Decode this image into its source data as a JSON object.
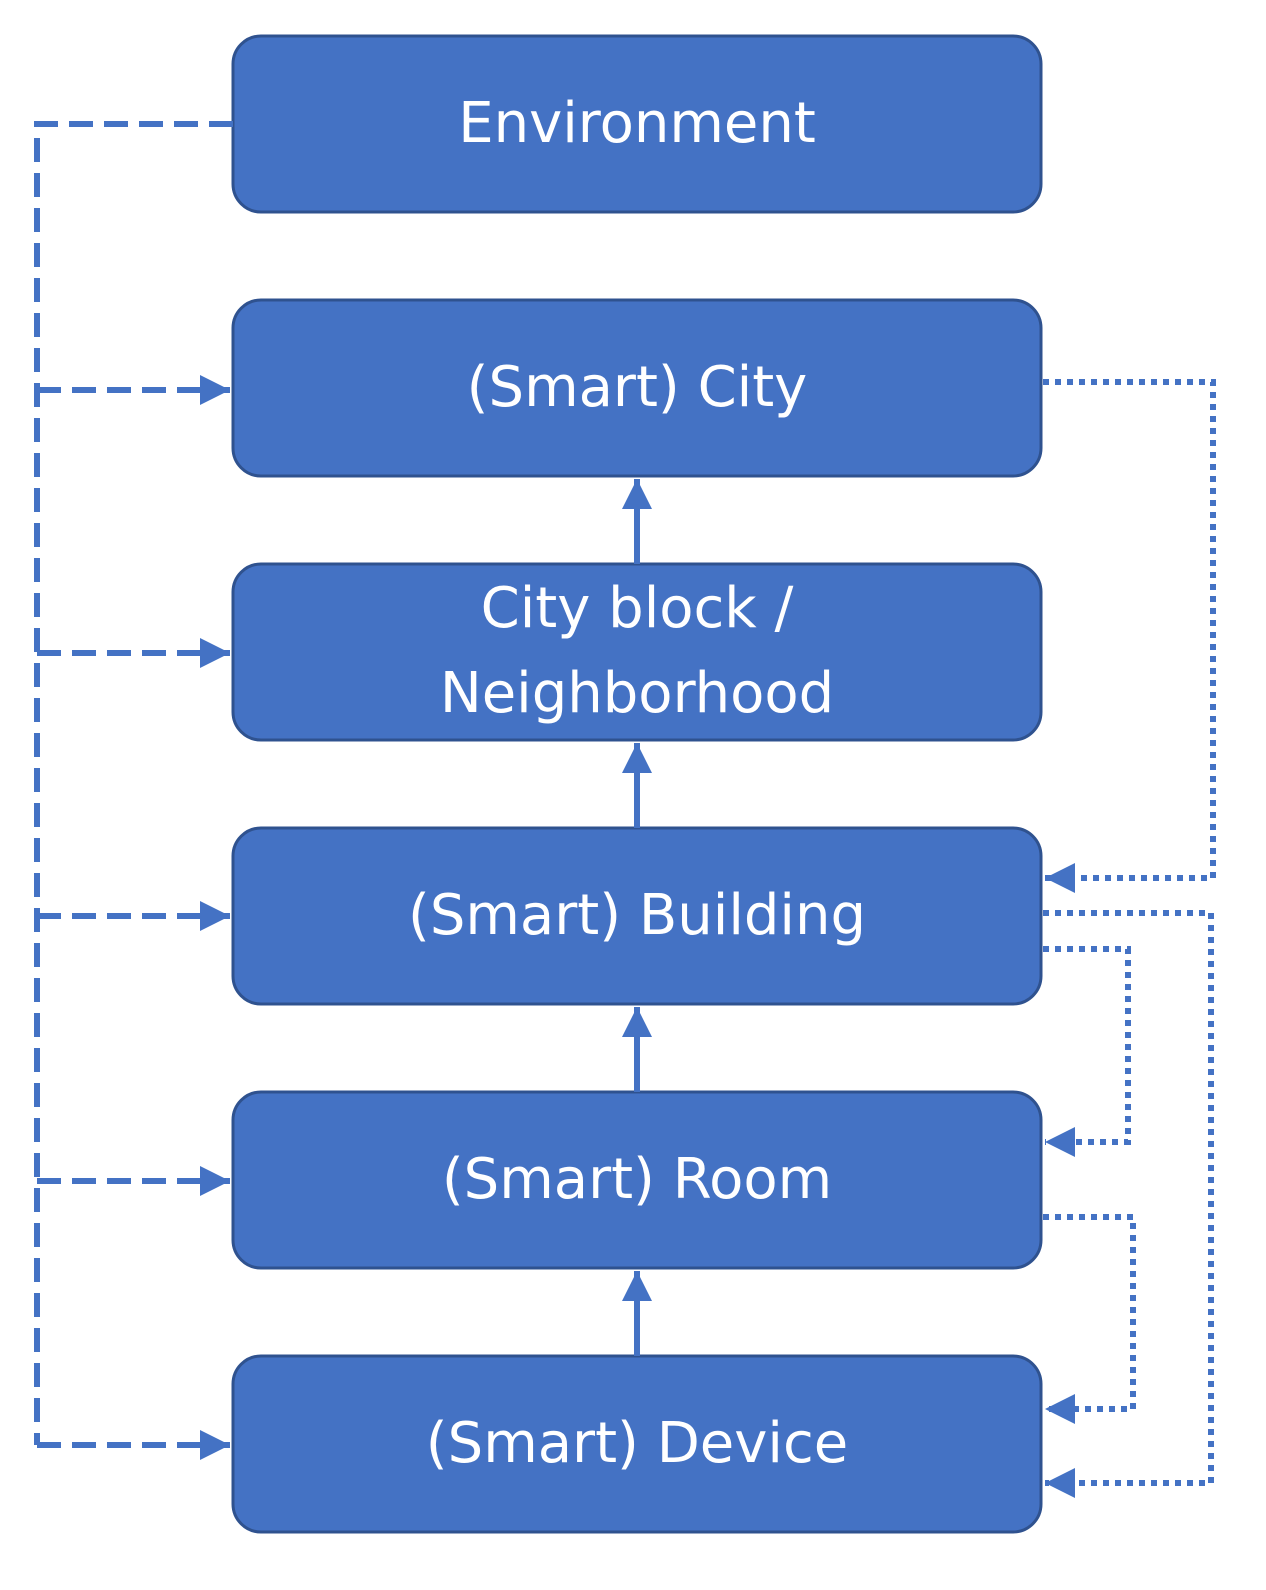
{
  "nodes": {
    "environment": {
      "label": "Environment"
    },
    "city": {
      "label": "(Smart) City"
    },
    "block_line1": {
      "label": "City block /"
    },
    "block_line2": {
      "label": "Neighborhood"
    },
    "building": {
      "label": "(Smart) Building"
    },
    "room": {
      "label": "(Smart) Room"
    },
    "device": {
      "label": "(Smart) Device"
    }
  },
  "colors": {
    "box_fill": "#4472C4",
    "box_border": "#2F528F",
    "text": "#FFFFFF",
    "connector": "#4472C4"
  }
}
